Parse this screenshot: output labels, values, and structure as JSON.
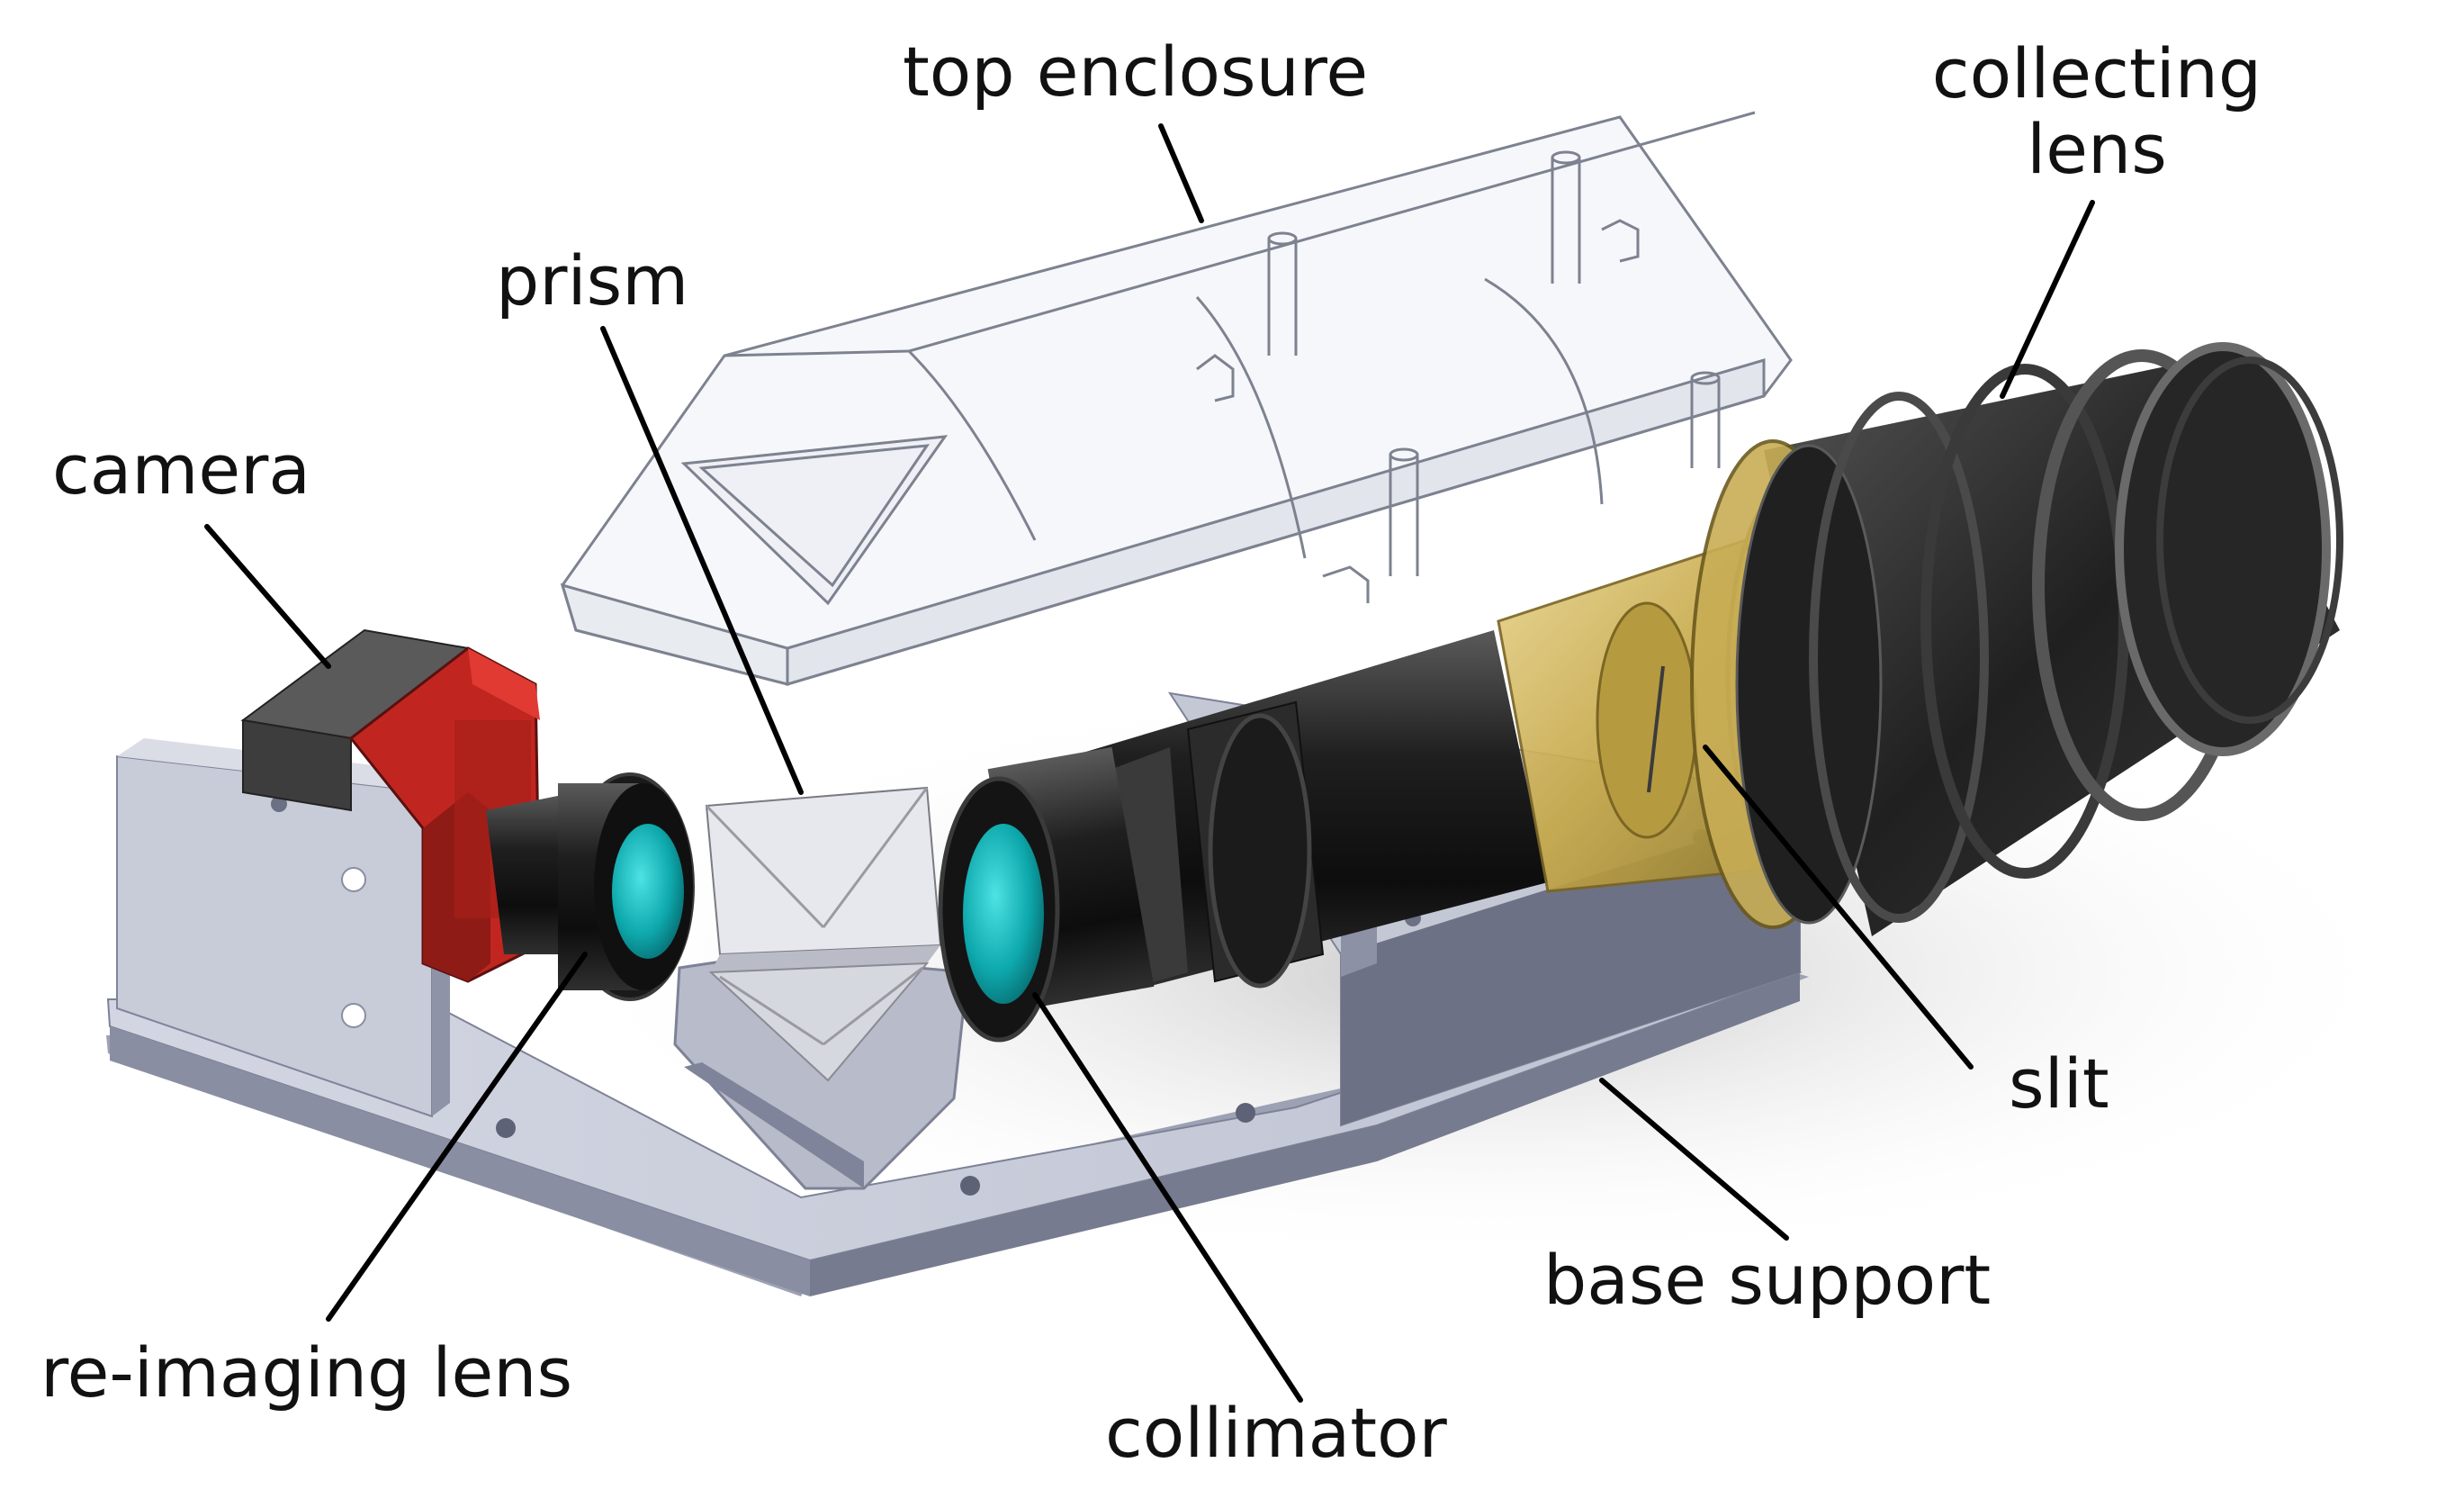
{
  "labels": {
    "top_enclosure": "top enclosure",
    "collecting_lens": [
      "collecting",
      "lens"
    ],
    "prism": "prism",
    "camera": "camera",
    "slit": "slit",
    "base_support": "base support",
    "re_imaging_lens": "re-imaging lens",
    "collimator": "collimator"
  },
  "colors": {
    "base_metal": "#c9ccd9",
    "base_shadow": "#7b7f92",
    "enclosure_transparent": "#e8ecf2",
    "camera_red": "#c0261f",
    "camera_gray": "#4a4a4a",
    "lens_black": "#1c1c1c",
    "lens_teal": "#0fb3b8",
    "slit_gold": "#c8ad55",
    "prism_glass": "#e4e6ea"
  }
}
